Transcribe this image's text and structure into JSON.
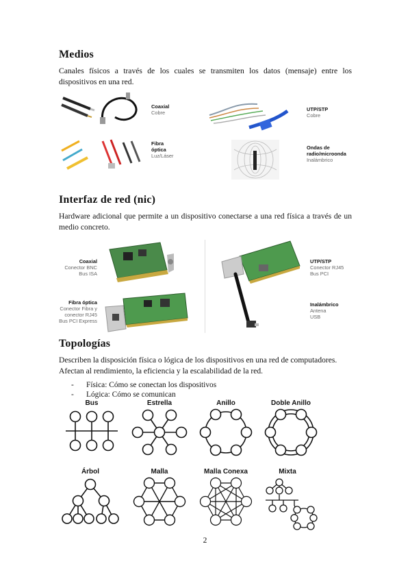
{
  "sections": {
    "medios": {
      "heading": "Medios",
      "text": "Canales físicos a través de los cuales se transmiten los datos (mensaje) entre los dispositivos en una red.",
      "media": {
        "coaxial": {
          "title": "Coaxial",
          "sub": "Cobre"
        },
        "utp": {
          "title": "UTP/STP",
          "sub": "Cobre"
        },
        "fibra": {
          "title1": "Fibra",
          "title2": "óptica",
          "sub": "Luz/Láser"
        },
        "ondas": {
          "title1": "Ondas de",
          "title2": "radio/microonda",
          "sub": "Inalámbrico"
        }
      }
    },
    "nic": {
      "heading": "Interfaz de red (nic)",
      "text": "Hardware adicional que permite a un dispositivo conectarse a una red física a través de un medio concreto.",
      "cards": {
        "coaxial": {
          "title": "Coaxial",
          "l1": "Conector BNC",
          "l2": "Bus ISA"
        },
        "fibra": {
          "title": "Fibra óptica",
          "l1": "Conector Fibra y",
          "l2": "conector RJ45",
          "l3": "Bus PCI Express"
        },
        "utp": {
          "title": "UTP/STP",
          "l1": "Conector RJ45",
          "l2": "Bus PCI"
        },
        "inalambrico": {
          "title": "Inalámbrico",
          "l1": "Antena",
          "l2": "USB"
        }
      }
    },
    "topologias": {
      "heading": "Topologías",
      "text": "Describen la disposición física o lógica de los dispositivos en una red de computadores. Afectan al rendimiento, la eficiencia y la escalabilidad de la red.",
      "bullets": [
        {
          "dash": "-",
          "text": "Física: Cómo se conectan los dispositivos"
        },
        {
          "dash": "-",
          "text": "Lógica: Cómo se comunican"
        }
      ],
      "diagrams": {
        "bus": "Bus",
        "estrella": "Estrella",
        "anillo": "Anillo",
        "doble_anillo": "Doble Anillo",
        "arbol": "Árbol",
        "malla": "Malla",
        "malla_conexa": "Malla Conexa",
        "mixta": "Mixta"
      }
    }
  },
  "page_number": "2"
}
